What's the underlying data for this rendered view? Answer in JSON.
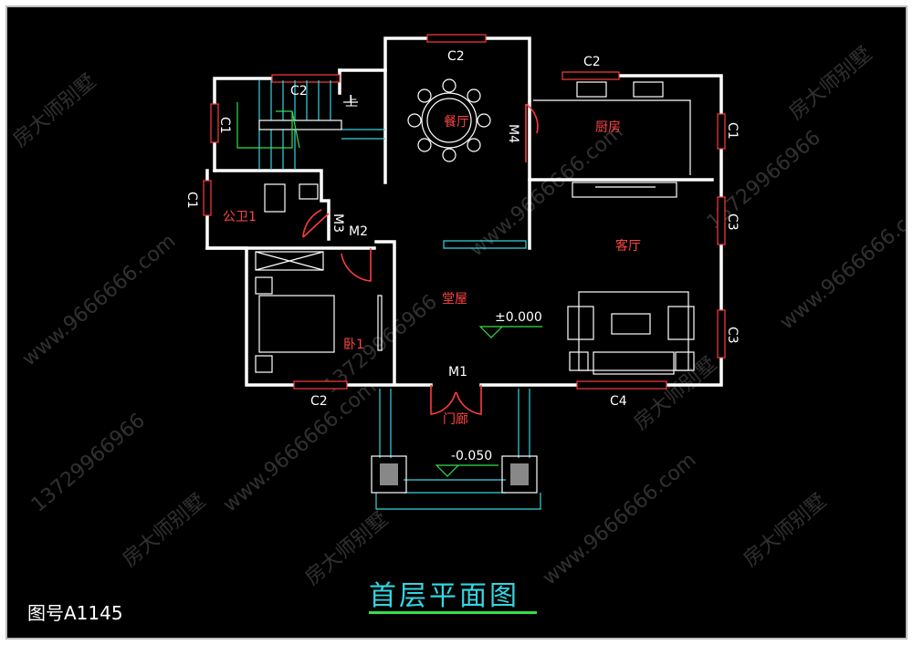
{
  "drawing": {
    "title": "首层平面图",
    "number": "图号A1145"
  },
  "rooms": {
    "dining": "餐厅",
    "kitchen": "厨房",
    "living": "客厅",
    "hall": "堂屋",
    "bedroom": "卧1",
    "toilet": "公卫1",
    "porch": "门廊"
  },
  "stair": {
    "up_label": "上"
  },
  "windows": {
    "c2_top_dining": "C2",
    "c2_top_kitchen": "C2",
    "c2_stair": "C2",
    "c2_bedroom": "C2",
    "c1_stair": "C1",
    "c1_toilet": "C1",
    "c1_kitchen": "C1",
    "c3_upper": "C3",
    "c3_lower": "C3",
    "c4_living": "C4"
  },
  "doors": {
    "m1": "M1",
    "m2": "M2",
    "m3": "M3",
    "m4": "M4"
  },
  "levels": {
    "floor": "±0.000",
    "porch": "-0.050"
  },
  "watermarks": [
    "房大师别墅",
    "www.9666666.com",
    "13729966966"
  ],
  "colors": {
    "background": "#000000",
    "wall": "#ffffff",
    "window": "#ff3b3b",
    "cyan": "#33d6e0",
    "green": "#33e04a"
  }
}
